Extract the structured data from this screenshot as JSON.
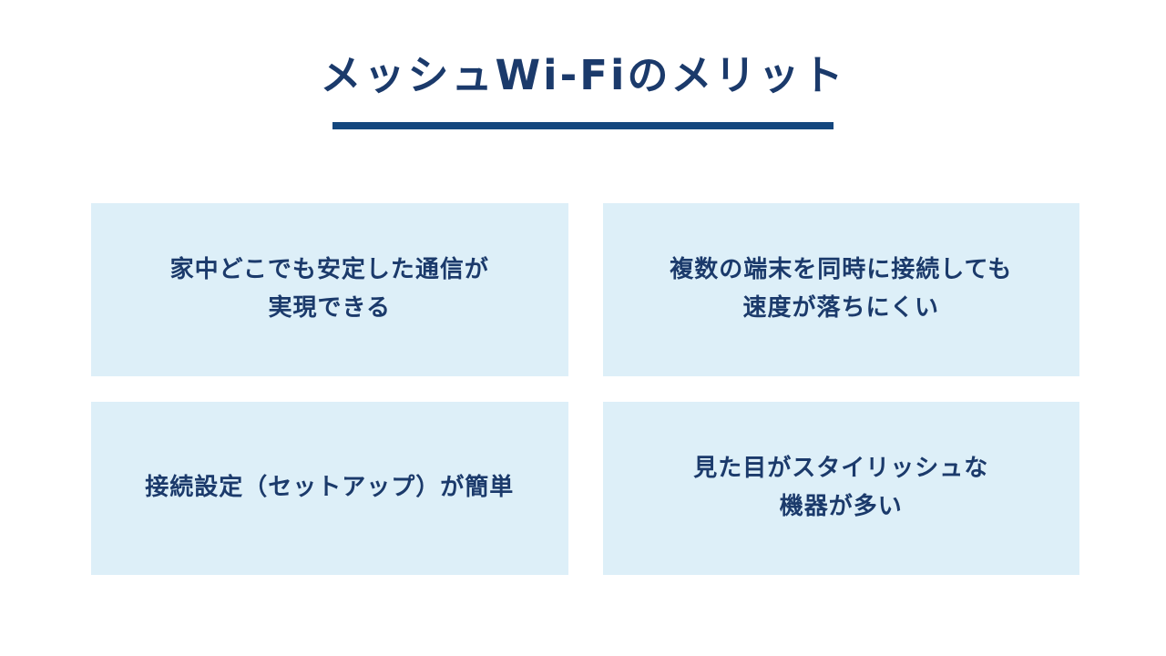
{
  "title": "メッシュWi-Fiのメリット",
  "colors": {
    "background": "#ffffff",
    "title_text": "#1b3a6b",
    "underline_bar": "#14477e",
    "card_background": "#ddeff8",
    "card_text": "#1b3a6b"
  },
  "cards": [
    {
      "id": "stable-connection",
      "lines": [
        "家中どこでも安定した通信が",
        "実現できる"
      ]
    },
    {
      "id": "multi-device-speed",
      "lines": [
        "複数の端末を同時に接続しても",
        "速度が落ちにくい"
      ]
    },
    {
      "id": "easy-setup",
      "lines": [
        "接続設定（セットアップ）が簡単"
      ]
    },
    {
      "id": "stylish-devices",
      "lines": [
        "見た目がスタイリッシュな",
        "機器が多い"
      ]
    }
  ]
}
